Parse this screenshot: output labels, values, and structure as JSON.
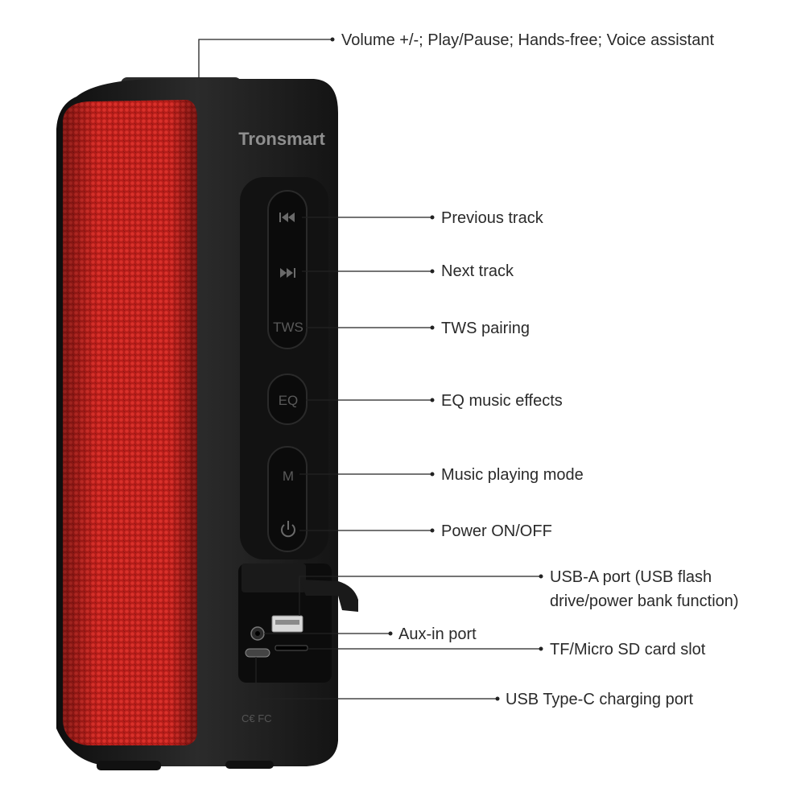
{
  "brand": "Tronsmart",
  "colors": {
    "grille": "#c0221d",
    "body": "#1e1e1e",
    "panel": "#111111",
    "line": "#222222"
  },
  "buttons": {
    "tws": "TWS",
    "eq": "EQ",
    "mode": "M"
  },
  "icons": {
    "prev": "previous-track-icon",
    "next": "next-track-icon",
    "power": "power-icon"
  },
  "callouts": [
    {
      "id": "top",
      "text": "Volume +/-; Play/Pause; Hands-free; Voice assistant"
    },
    {
      "id": "prev",
      "text": "Previous track"
    },
    {
      "id": "next",
      "text": "Next track"
    },
    {
      "id": "tws",
      "text": "TWS pairing"
    },
    {
      "id": "eq",
      "text": "EQ music effects"
    },
    {
      "id": "mode",
      "text": "Music playing mode"
    },
    {
      "id": "power",
      "text": "Power ON/OFF"
    },
    {
      "id": "usba",
      "text": "USB-A port (USB flash drive/power bank function)"
    },
    {
      "id": "aux",
      "text": "Aux-in port"
    },
    {
      "id": "tf",
      "text": "TF/Micro SD card slot"
    },
    {
      "id": "usbc",
      "text": "USB Type-C charging port"
    }
  ]
}
